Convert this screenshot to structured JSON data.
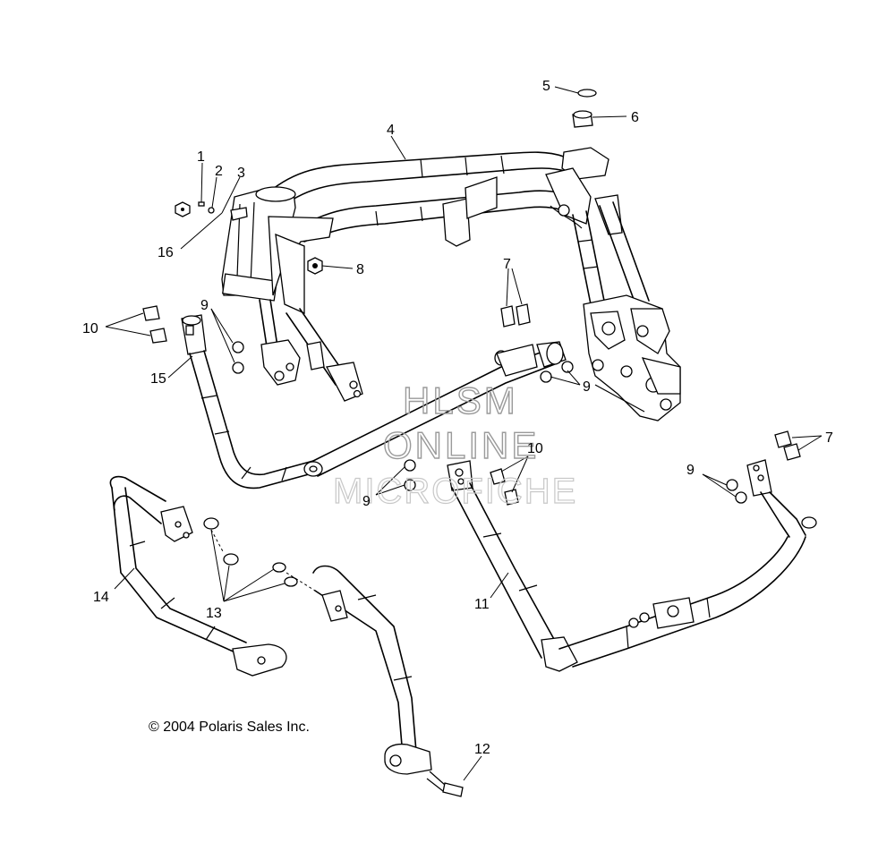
{
  "watermark": {
    "line1": "HLSM",
    "line2": "ONLINE",
    "line3": "MICROFICHE"
  },
  "copyright": "© 2004 Polaris Sales Inc.",
  "callouts": {
    "c1": "1",
    "c2": "2",
    "c3": "3",
    "c4": "4",
    "c5": "5",
    "c6": "6",
    "c7a": "7",
    "c7b": "7",
    "c8": "8",
    "c9a": "9",
    "c9b": "9",
    "c9c": "9",
    "c9d": "9",
    "c10a": "10",
    "c10b": "10",
    "c11": "11",
    "c12": "12",
    "c13": "13",
    "c14": "14",
    "c15": "15",
    "c16": "16"
  }
}
